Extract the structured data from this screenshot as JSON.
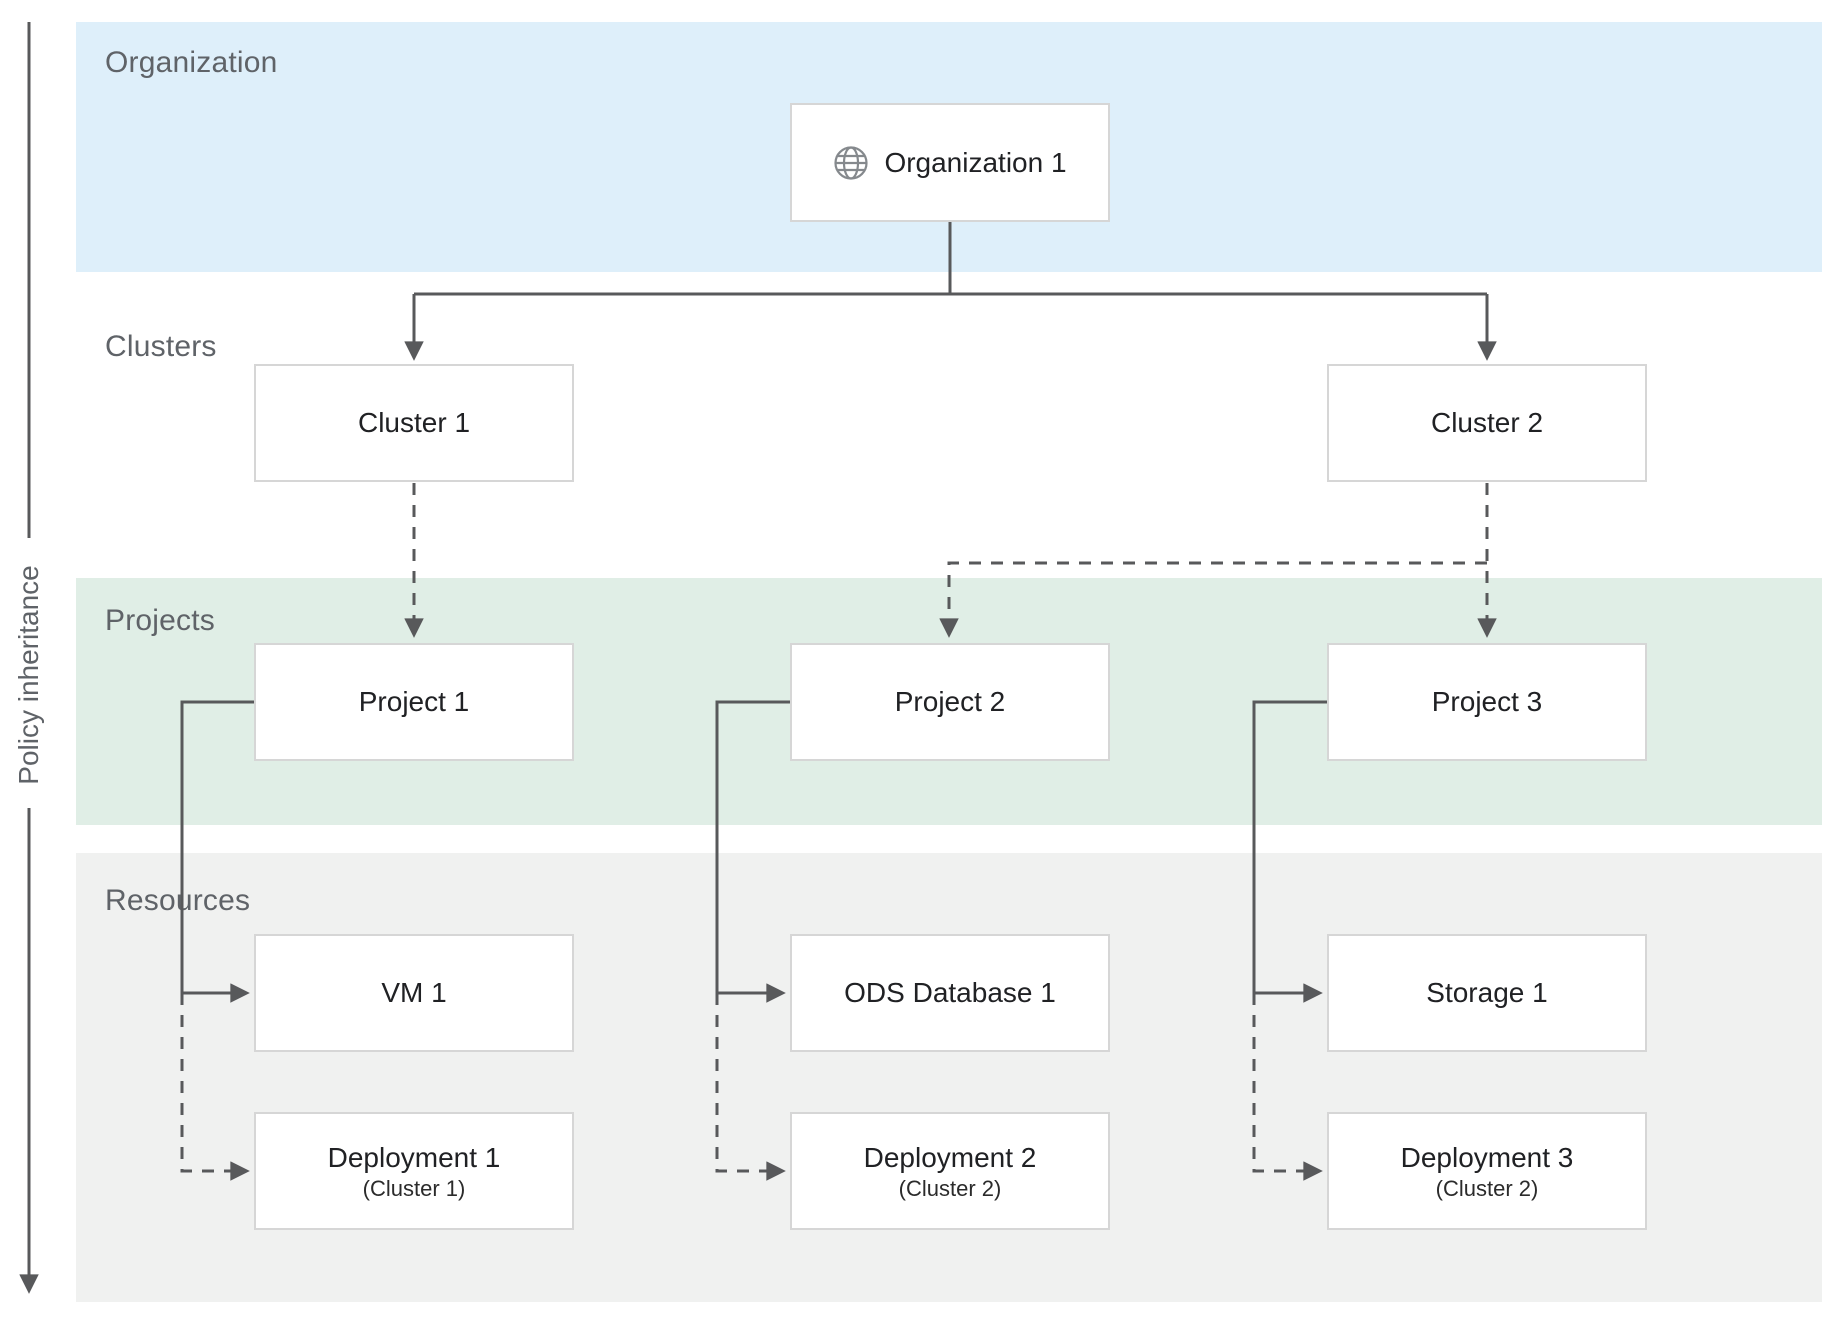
{
  "policy_axis": {
    "label": "Policy inheritance"
  },
  "bands": {
    "organization": {
      "label": "Organization",
      "color": "#deeffa"
    },
    "clusters": {
      "label": "Clusters",
      "color": "#ffffff"
    },
    "projects": {
      "label": "Projects",
      "color": "#e0eee6"
    },
    "resources": {
      "label": "Resources",
      "color": "#f0f1f0"
    }
  },
  "nodes": {
    "organization1": {
      "label": "Organization 1",
      "icon": "globe-icon"
    },
    "cluster1": {
      "label": "Cluster 1"
    },
    "cluster2": {
      "label": "Cluster 2"
    },
    "project1": {
      "label": "Project 1"
    },
    "project2": {
      "label": "Project 2"
    },
    "project3": {
      "label": "Project 3"
    },
    "vm1": {
      "label": "VM 1"
    },
    "ods1": {
      "label": "ODS Database 1"
    },
    "storage1": {
      "label": "Storage 1"
    },
    "deployment1": {
      "label": "Deployment 1",
      "sublabel": "(Cluster 1)"
    },
    "deployment2": {
      "label": "Deployment 2",
      "sublabel": "(Cluster 2)"
    },
    "deployment3": {
      "label": "Deployment 3",
      "sublabel": "(Cluster 2)"
    }
  },
  "edges": [
    {
      "from": "organization1",
      "to": "cluster1",
      "style": "solid"
    },
    {
      "from": "organization1",
      "to": "cluster2",
      "style": "solid"
    },
    {
      "from": "cluster1",
      "to": "project1",
      "style": "dashed"
    },
    {
      "from": "cluster2",
      "to": "project2",
      "style": "dashed"
    },
    {
      "from": "cluster2",
      "to": "project3",
      "style": "dashed"
    },
    {
      "from": "project1",
      "to": "vm1",
      "style": "solid"
    },
    {
      "from": "project1",
      "to": "deployment1",
      "style": "dashed"
    },
    {
      "from": "project2",
      "to": "ods1",
      "style": "solid"
    },
    {
      "from": "project2",
      "to": "deployment2",
      "style": "dashed"
    },
    {
      "from": "project3",
      "to": "storage1",
      "style": "solid"
    },
    {
      "from": "project3",
      "to": "deployment3",
      "style": "dashed"
    }
  ],
  "colors": {
    "connector": "#58595b",
    "node_border": "#d6d6d6",
    "band_label_text": "#5f6368",
    "node_text": "#202124"
  }
}
